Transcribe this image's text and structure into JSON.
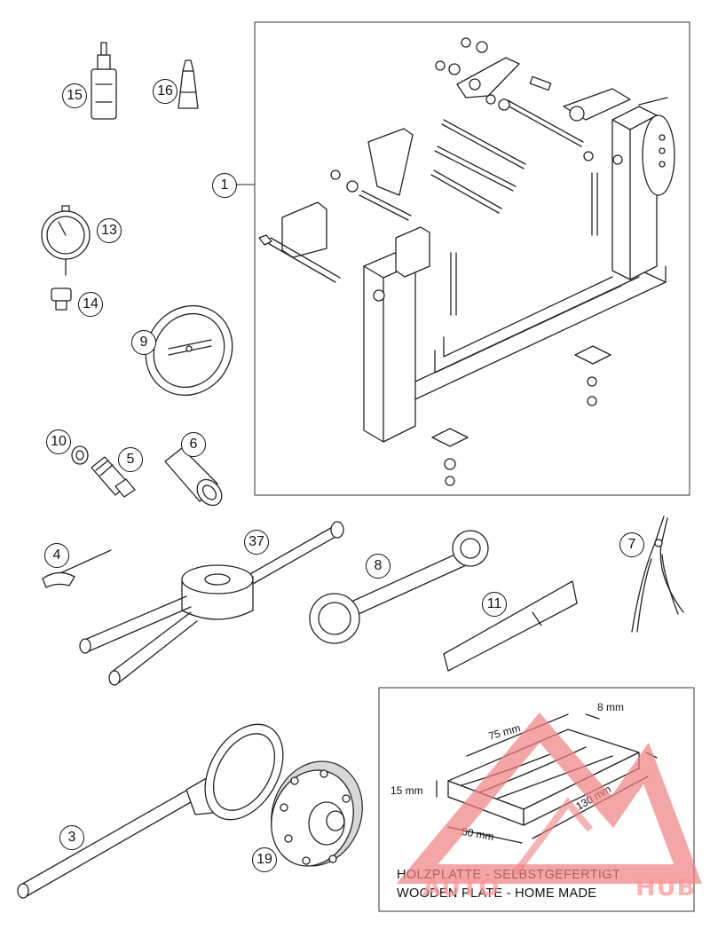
{
  "callouts": {
    "c1": "1",
    "c3": "3",
    "c4": "4",
    "c5": "5",
    "c6": "6",
    "c7": "7",
    "c8": "8",
    "c9": "9",
    "c10": "10",
    "c11": "11",
    "c13": "13",
    "c14": "14",
    "c15": "15",
    "c16": "16",
    "c19": "19",
    "c37": "37"
  },
  "wooden_plate": {
    "dim_top": "8 mm",
    "dim_length_top": "75 mm",
    "dim_height": "15 mm",
    "dim_length_right": "130 mm",
    "dim_width_bottom": "50 mm",
    "caption_de": "HOLZPLATTE - SELBSTGEFERTIGT",
    "caption_en": "WOODEN PLATE - HOME MADE"
  },
  "watermark": {
    "text_left": "AUTO",
    "text_right": "HUB",
    "color": "#f08080"
  }
}
